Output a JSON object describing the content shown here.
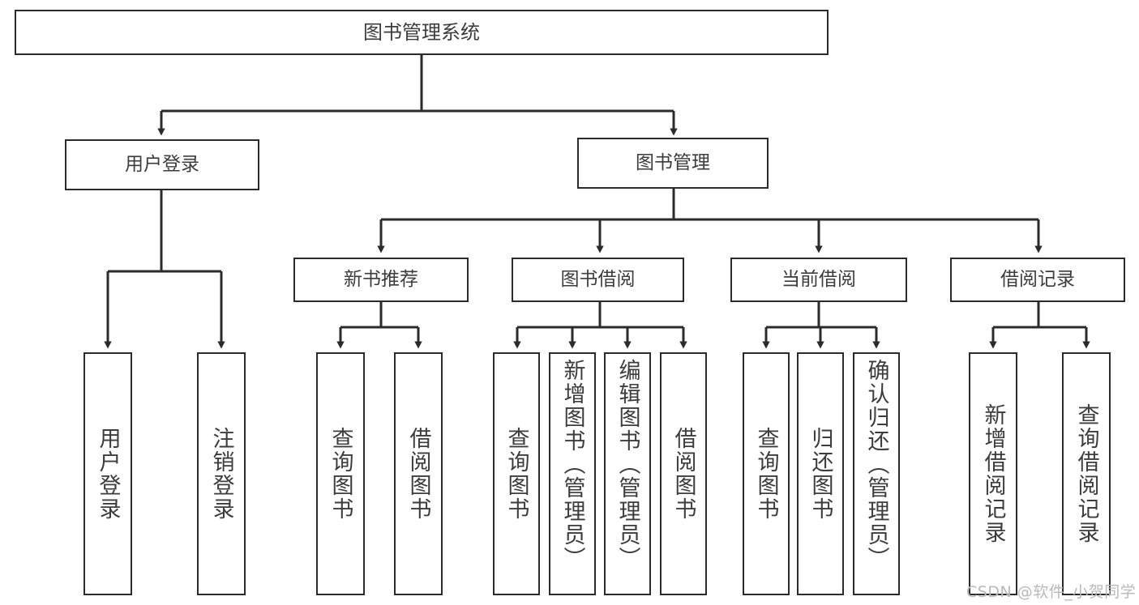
{
  "diagram": {
    "title": "图书管理系统",
    "type": "hierarchy-tree",
    "colors": {
      "box_border": "#2b2b2b",
      "box_fill": "#ffffff",
      "connector": "#2b2b2b",
      "text": "#3c3c3c",
      "watermark": "#b9b9b9"
    },
    "root": {
      "label": "图书管理系统"
    },
    "level2": [
      {
        "label": "用户登录"
      },
      {
        "label": "图书管理"
      }
    ],
    "level3": [
      {
        "label": "新书推荐"
      },
      {
        "label": "图书借阅"
      },
      {
        "label": "当前借阅"
      },
      {
        "label": "借阅记录"
      }
    ],
    "leaves": {
      "user_login": [
        {
          "label": "用户登录"
        },
        {
          "label": "注销登录"
        }
      ],
      "new_book_recommend": [
        {
          "label": "查询图书"
        },
        {
          "label": "借阅图书"
        }
      ],
      "book_borrow": [
        {
          "label": "查询图书"
        },
        {
          "label": "新增图书（管理员）"
        },
        {
          "label": "编辑图书（管理员）"
        },
        {
          "label": "借阅图书"
        }
      ],
      "current_borrow": [
        {
          "label": "查询图书"
        },
        {
          "label": "归还图书"
        },
        {
          "label": "确认归还（管理员）"
        }
      ],
      "borrow_record": [
        {
          "label": "新增借阅记录"
        },
        {
          "label": "查询借阅记录"
        }
      ]
    }
  },
  "watermark": {
    "text": "CSDN @软件_小贺同学"
  }
}
